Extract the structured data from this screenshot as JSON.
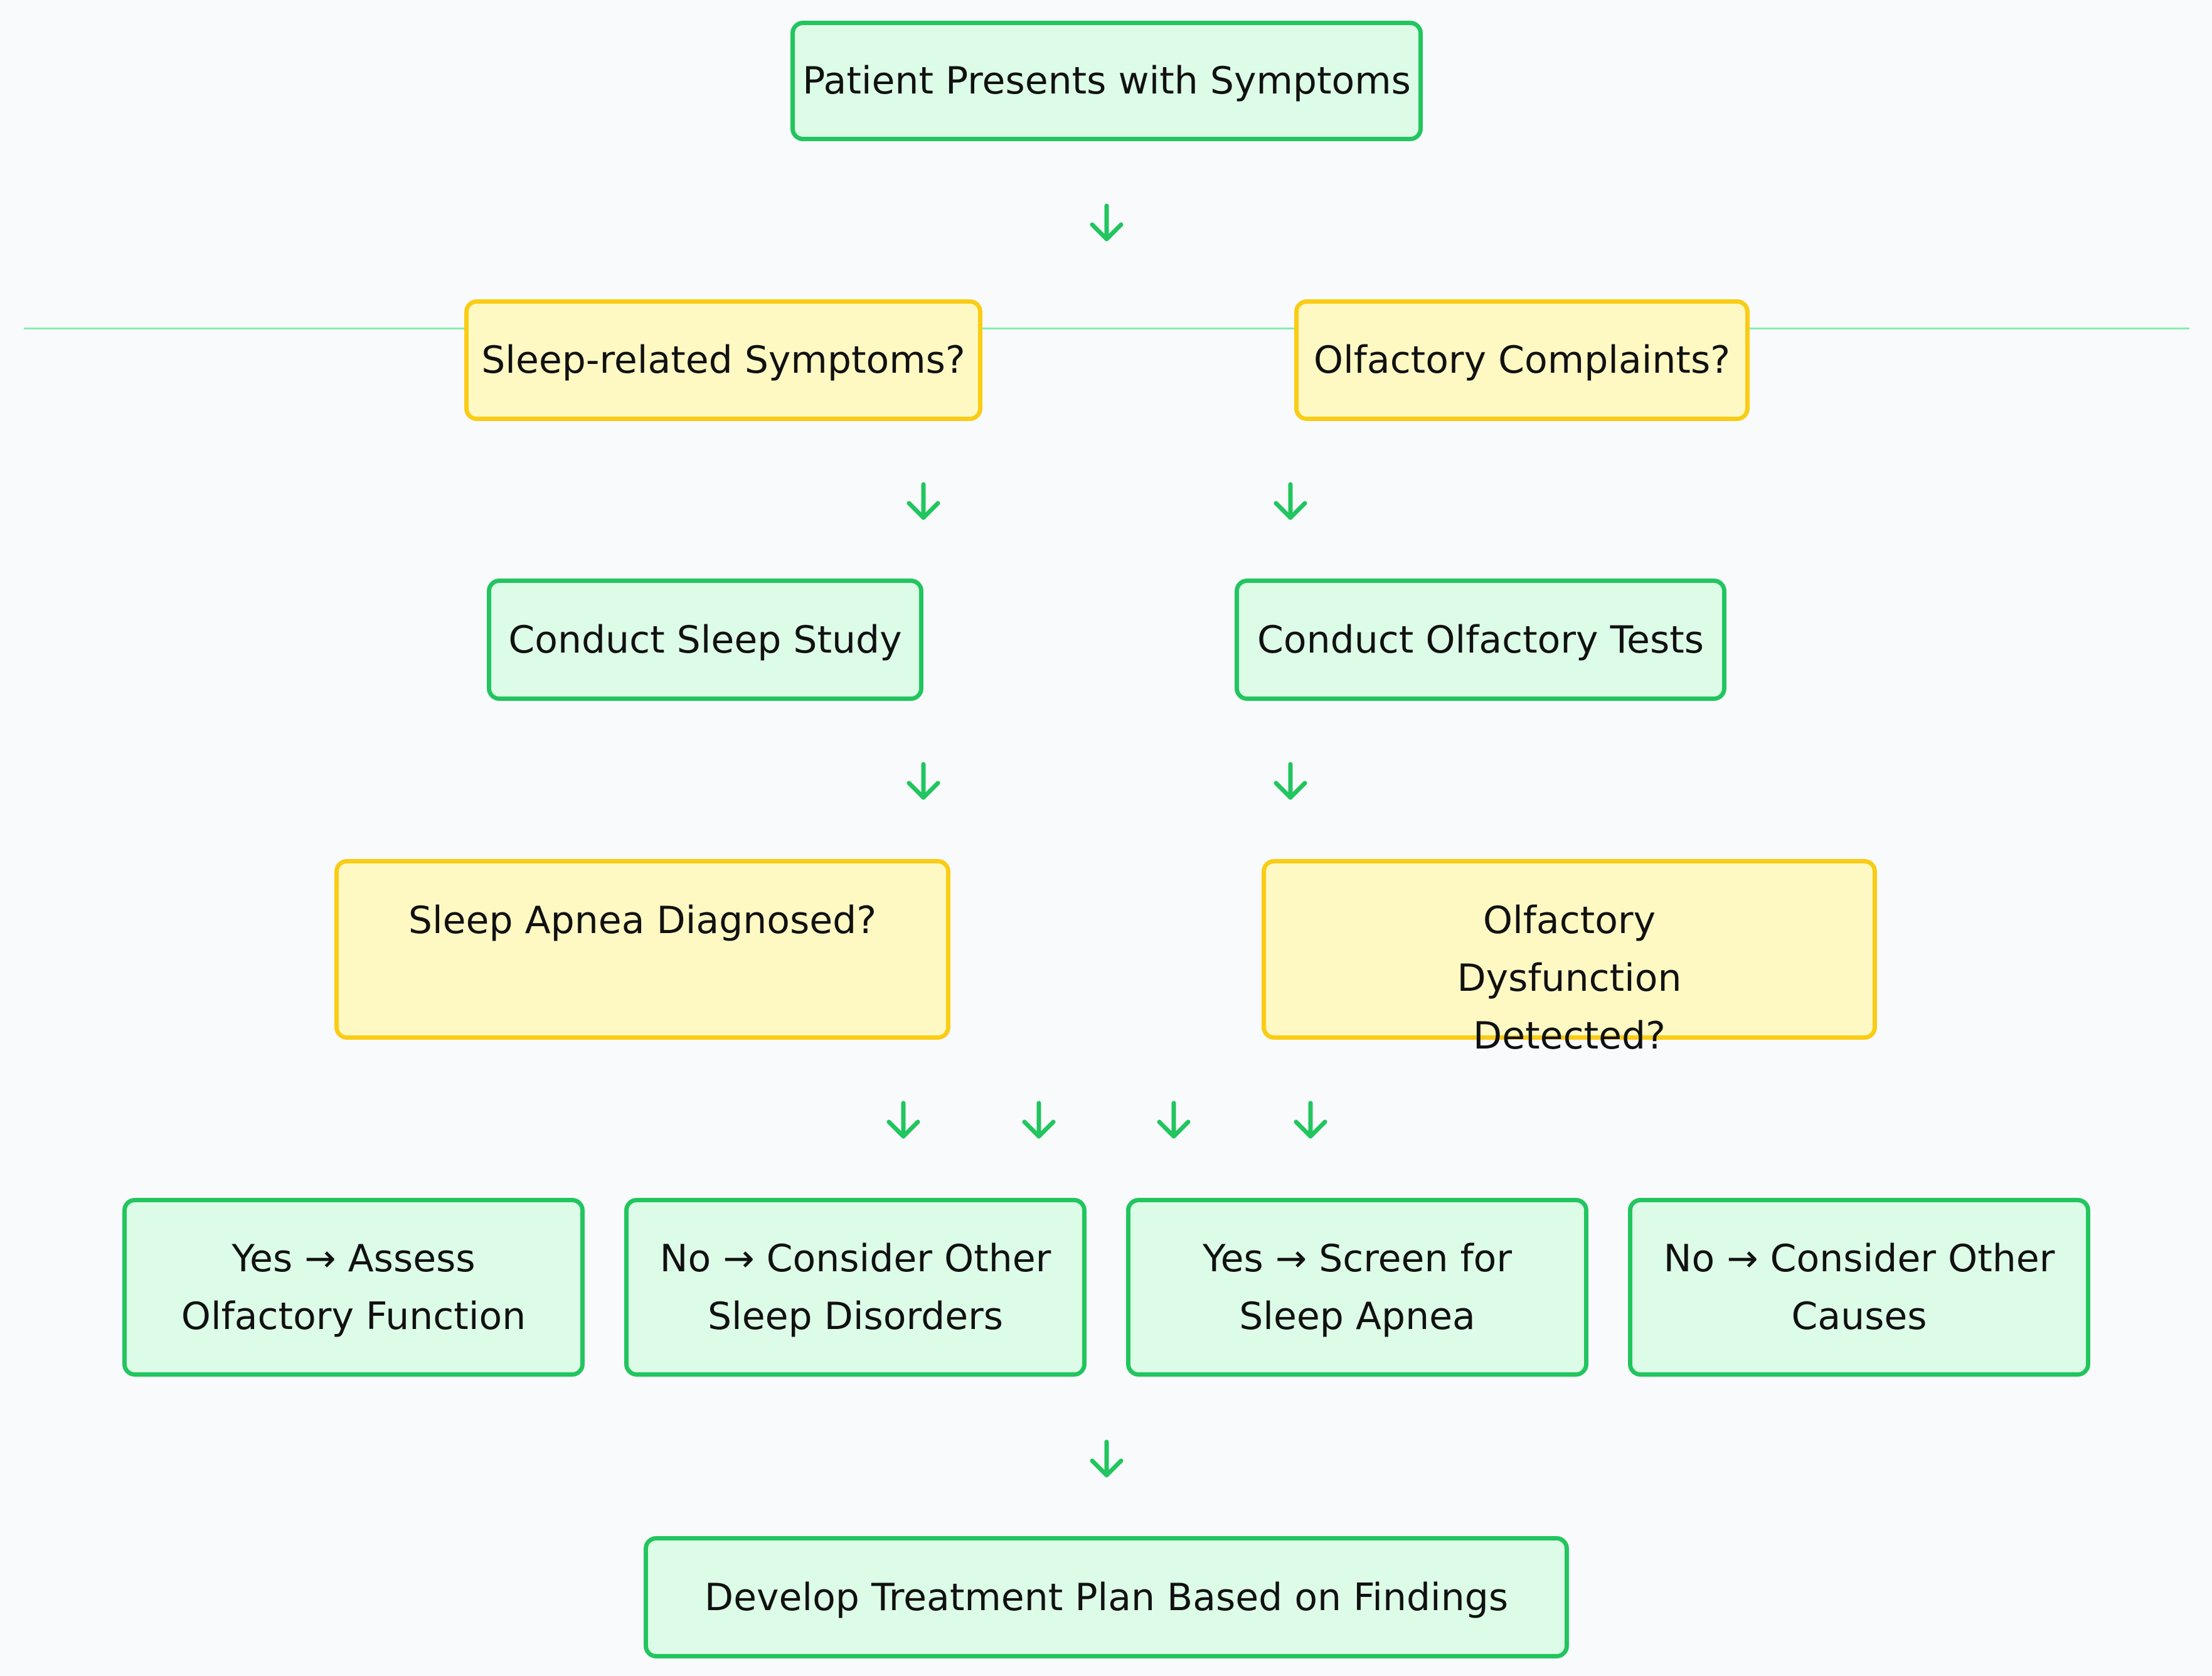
{
  "nodes": {
    "start": "Patient Presents with Symptoms",
    "sleep_question": "Sleep-related Symptoms?",
    "olfactory_question": "Olfactory Complaints?",
    "sleep_study": "Conduct Sleep Study",
    "olfactory_tests": "Conduct Olfactory Tests",
    "apnea_question": "Sleep Apnea Diagnosed?",
    "dysfunction_question": "Olfactory Dysfunction Detected?",
    "yes_assess_olfactory": "Yes → Assess Olfactory Function",
    "no_other_sleep": "No → Consider Other Sleep Disorders",
    "yes_screen_apnea": "Yes → Screen for Sleep Apnea",
    "no_other_causes": "No → Consider Other Causes",
    "treatment": "Develop Treatment Plan Based on Findings"
  },
  "colors": {
    "process_fill": "#dcfce7",
    "process_border": "#22c55e",
    "decision_fill": "#fef9c3",
    "decision_border": "#facc15",
    "arrow": "#22c55e",
    "divider": "#86efac",
    "background": "#f8fafc"
  },
  "icons": {
    "arrow": "arrow-down-icon"
  }
}
